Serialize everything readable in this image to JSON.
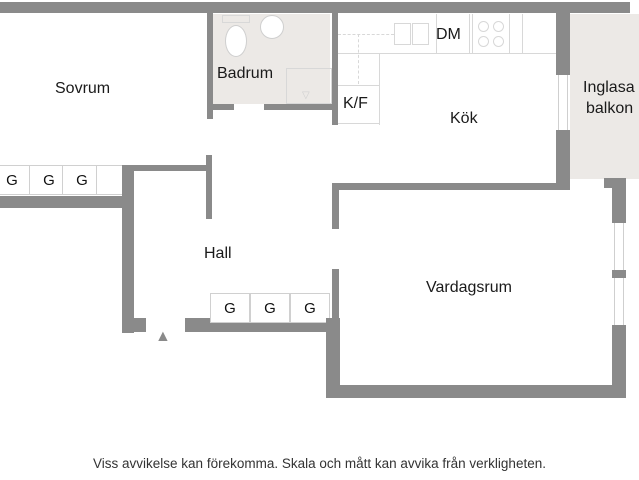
{
  "floorplan": {
    "rooms": [
      {
        "id": "sovrum",
        "label": "Sovrum"
      },
      {
        "id": "badrum",
        "label": "Badrum"
      },
      {
        "id": "kok",
        "label": "Kök"
      },
      {
        "id": "inglasad-balkong",
        "label": "Inglasad\nbalkong",
        "visible_label": "Inglasa balkon"
      },
      {
        "id": "hall",
        "label": "Hall"
      },
      {
        "id": "vardagsrum",
        "label": "Vardagsrum"
      }
    ],
    "labels": {
      "sovrum": "Sovrum",
      "badrum": "Badrum",
      "kok": "Kök",
      "balkong_line1": "Inglasa",
      "balkong_line2": "balkon",
      "hall": "Hall",
      "vardagsrum": "Vardagsrum",
      "dm": "DM",
      "kf": "K/F"
    },
    "wardrobes": {
      "sovrum": [
        "G",
        "G",
        "G"
      ],
      "hall": [
        "G",
        "G",
        "G"
      ]
    },
    "colors": {
      "wall": "#8a8a8a",
      "wet_room_floor": "#ece9e6",
      "background": "#ffffff"
    }
  },
  "footer": {
    "disclaimer": "Viss avvikelse kan förekomma. Skala och mått kan avvika från verkligheten."
  }
}
